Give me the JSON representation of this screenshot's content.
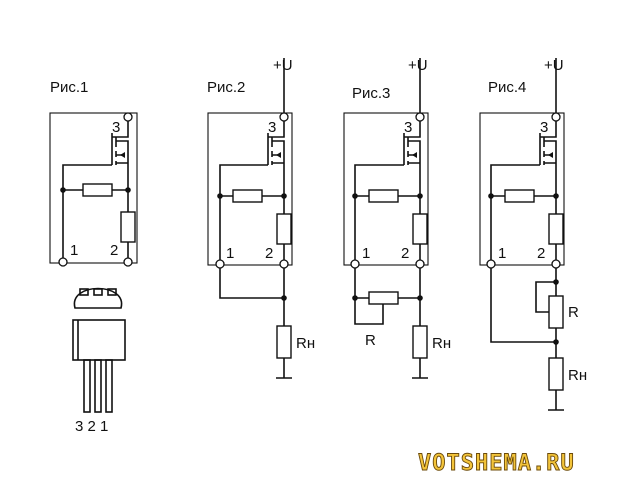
{
  "figures": {
    "fig1": {
      "title": "Рис.1",
      "pins": [
        "3",
        "1",
        "2"
      ],
      "package_pins": "3 2 1"
    },
    "fig2": {
      "title": "Рис.2",
      "supply": "+U",
      "pins": [
        "3",
        "1",
        "2"
      ],
      "load": "Rн"
    },
    "fig3": {
      "title": "Рис.3",
      "supply": "+U",
      "pins": [
        "3",
        "1",
        "2"
      ],
      "adjust": "R",
      "load": "Rн"
    },
    "fig4": {
      "title": "Рис.4",
      "supply": "+U",
      "pins": [
        "3",
        "1",
        "2"
      ],
      "adjust": "R",
      "load": "Rн"
    }
  },
  "watermark": "VOTSHEMA.RU"
}
